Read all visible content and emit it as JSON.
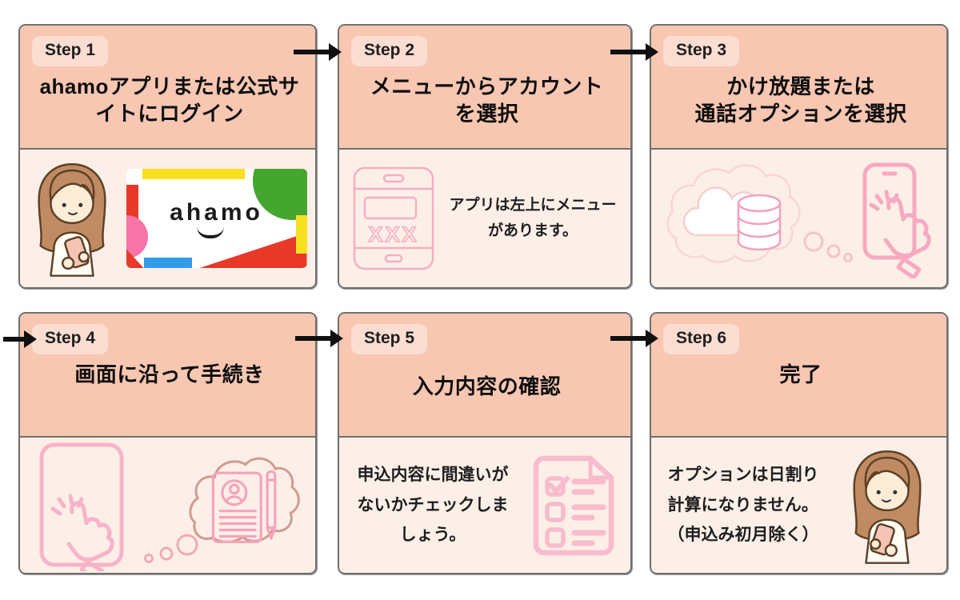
{
  "colors": {
    "header_bg": "#F8C7B1",
    "body_bg": "#FCEFE8",
    "badge_bg": "#FBDDD2",
    "card_border": "#6F6F6F",
    "arrow": "#101010",
    "icon_pink": "#F7A9BF",
    "icon_pink_light": "#F9D6D1",
    "cloud_brown": "#CF9C8E"
  },
  "brand": {
    "logo_text": "ahamo"
  },
  "steps": [
    {
      "badge": "Step 1",
      "title_lines": [
        "ahamoアプリまたは公式サ",
        "イトにログイン"
      ],
      "body_lines": [],
      "illustrations": [
        "woman-with-phone",
        "ahamo-logo-card"
      ]
    },
    {
      "badge": "Step 2",
      "title_lines": [
        "メニューからアカウント",
        "を選択"
      ],
      "body_lines": [
        "アプリは左上にメニュー",
        "があります。"
      ],
      "phone_label": "XXX",
      "illustrations": [
        "smartphone-outline"
      ]
    },
    {
      "badge": "Step 3",
      "title_lines": [
        "かけ放題または",
        "通話オプションを選択"
      ],
      "body_lines": [],
      "illustrations": [
        "thought-cloud-database",
        "phone-tap-hand"
      ]
    },
    {
      "badge": "Step 4",
      "title_lines": [
        "画面に沿って手続き"
      ],
      "body_lines": [],
      "illustrations": [
        "phone-tap-hand",
        "thought-cloud-document"
      ]
    },
    {
      "badge": "Step 5",
      "title_lines": [
        "入力内容の確認"
      ],
      "body_lines": [
        "申込内容に間違いが",
        "ないかチェックしま",
        "しょう。"
      ],
      "illustrations": [
        "checklist-document"
      ]
    },
    {
      "badge": "Step 6",
      "title_lines": [
        "完了"
      ],
      "body_lines": [
        "オプションは日割り",
        "計算になりません。",
        "（申込み初月除く）"
      ],
      "illustrations": [
        "woman-with-phone"
      ]
    }
  ]
}
